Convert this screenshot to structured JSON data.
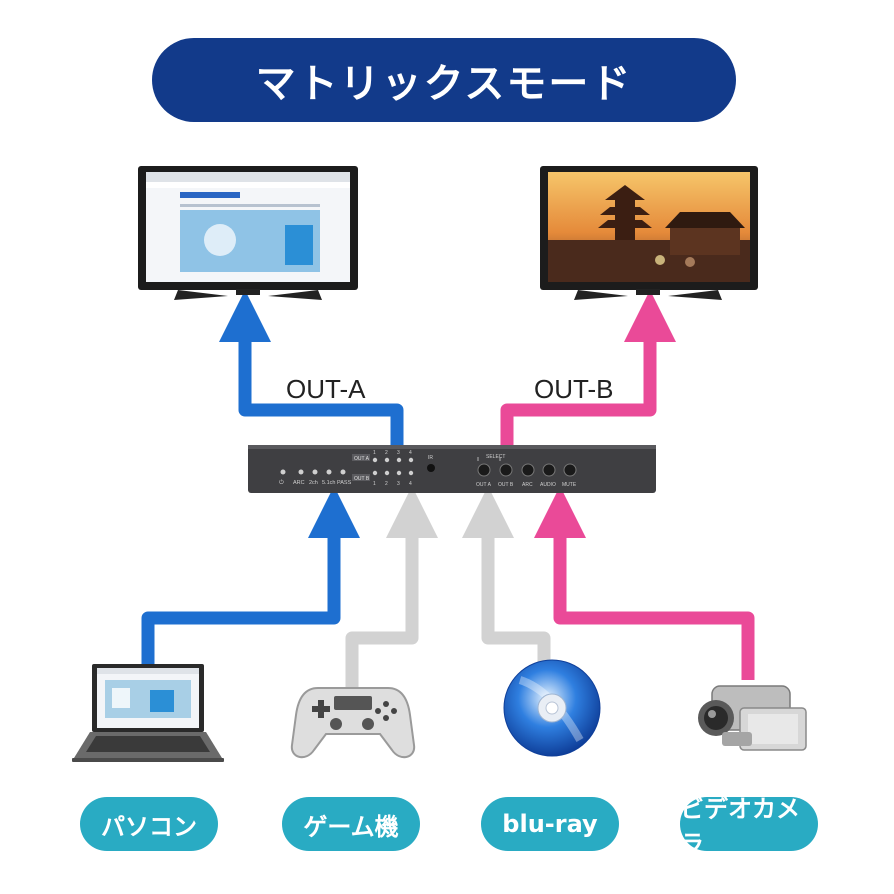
{
  "title": "マトリックスモード",
  "outputs": {
    "a": "OUT-A",
    "b": "OUT-B"
  },
  "sources": [
    {
      "label": "パソコン"
    },
    {
      "label": "ゲーム機"
    },
    {
      "label": "blu-ray"
    },
    {
      "label": "ビデオカメラ"
    }
  ],
  "device": {
    "indicators": [
      "ARC",
      "2ch",
      "5.1ch",
      "PASS"
    ],
    "out_a_tag": "OUT A",
    "out_b_tag": "OUT B",
    "port_numbers": [
      "1",
      "2",
      "3",
      "4"
    ],
    "ir_label": "IR",
    "select_label": "SELECT",
    "buttons": [
      "OUT A",
      "OUT B",
      "ARC",
      "AUDIO",
      "MUTE"
    ]
  },
  "colors": {
    "title_bg": "#123a8a",
    "pill_bg": "#29abc3",
    "out_a_line": "#1e6fd0",
    "out_b_line": "#ea4a98",
    "idle_line": "#d2d2d2"
  }
}
